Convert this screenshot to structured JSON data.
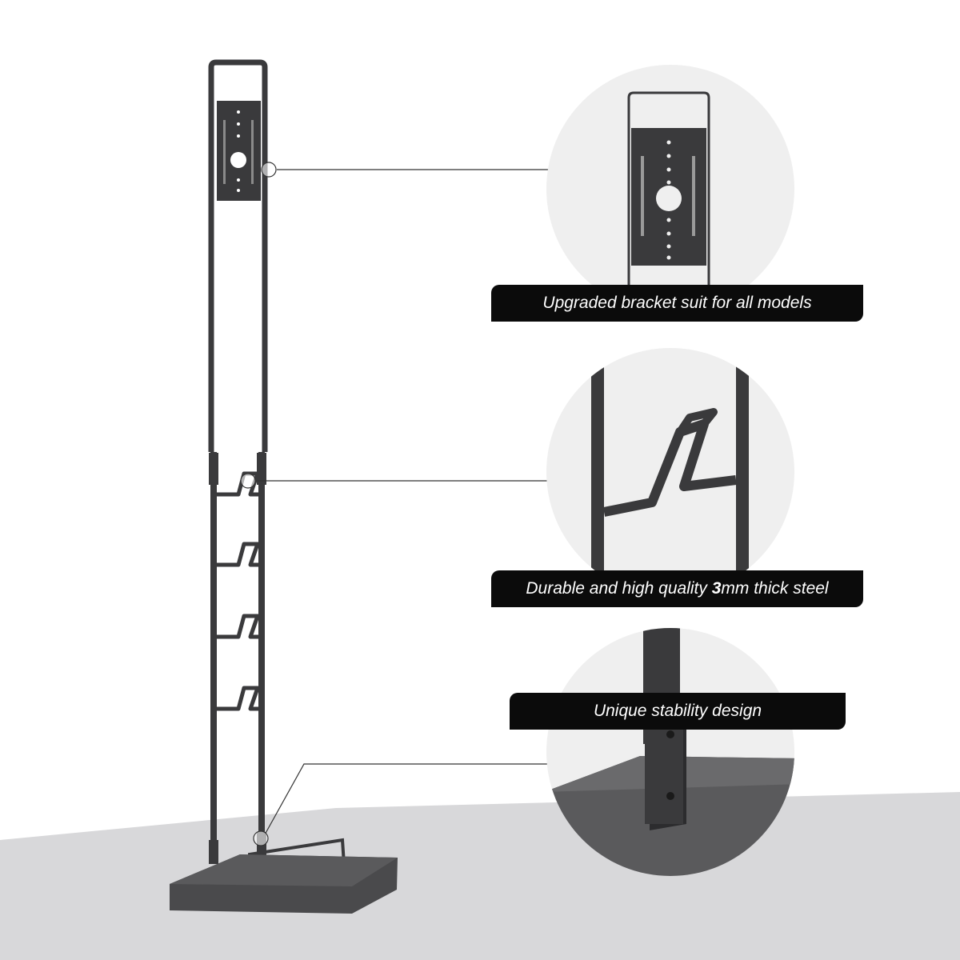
{
  "features": [
    {
      "label": "Upgraded bracket suit for all models"
    },
    {
      "label_before": "Durable and high quality ",
      "label_bold": "3",
      "label_after": "mm thick steel"
    },
    {
      "label": "Unique stability design"
    }
  ],
  "colors": {
    "steel": "#3a3a3c",
    "circle_bg": "#efefef",
    "floor": "#d8d8da",
    "label_bg": "#0b0b0b",
    "label_text": "#ffffff"
  }
}
